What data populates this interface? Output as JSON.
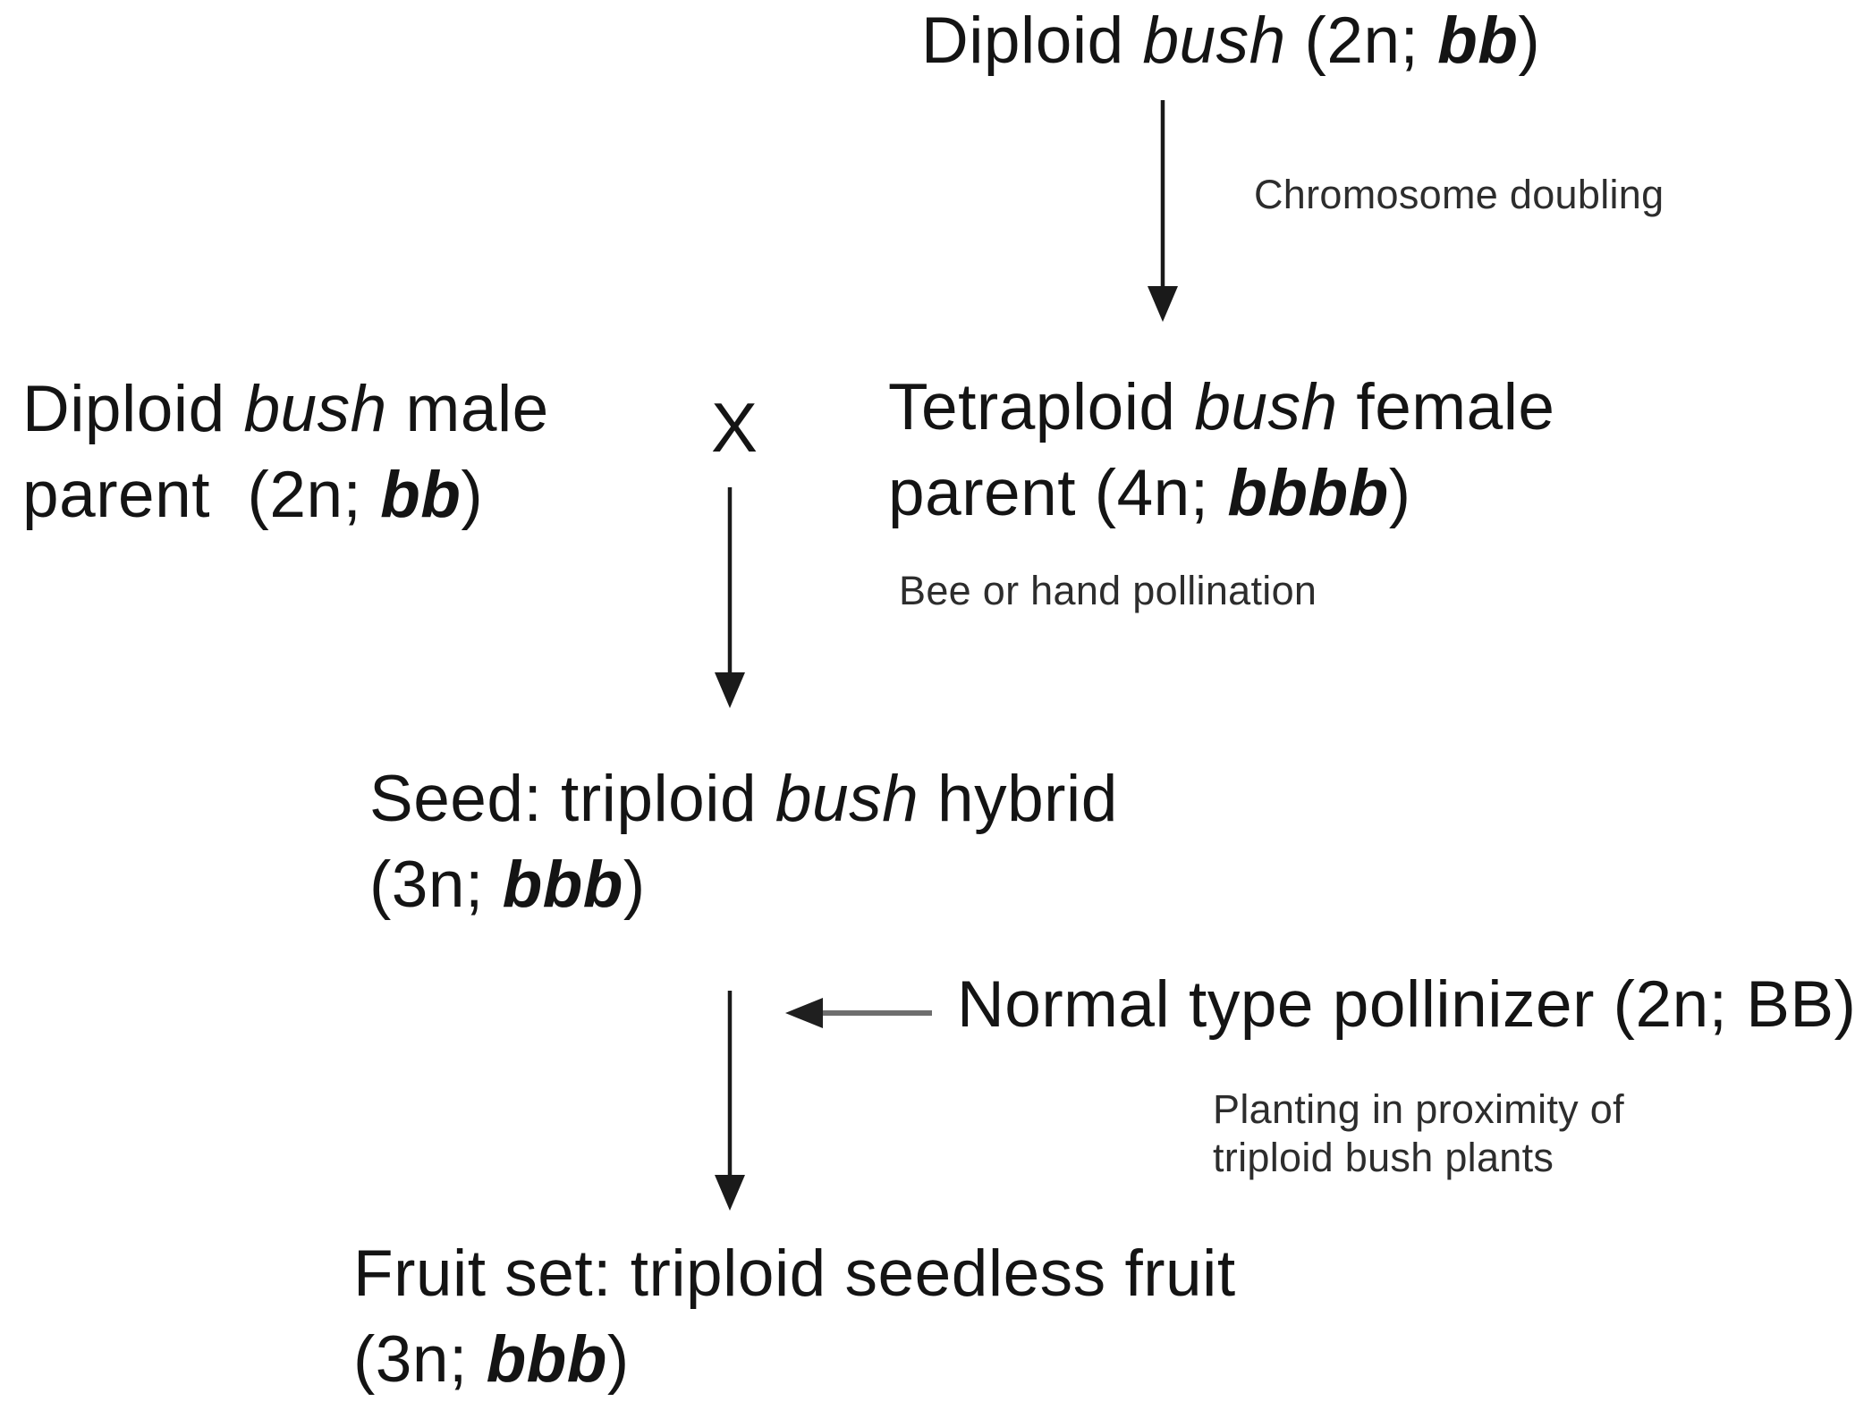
{
  "colors": {
    "background": "#ffffff",
    "ink": "#141414",
    "label_ink": "#2d2d2d",
    "arrow": "#1a1a1a",
    "arrow_gray": "#6e6e6e"
  },
  "nodes": {
    "diploid_bush": {
      "lines": [
        [
          {
            "t": "Diploid ",
            "s": ""
          },
          {
            "t": "bush",
            "s": "i"
          },
          {
            "t": " (2n; ",
            "s": ""
          },
          {
            "t": "bb",
            "s": "bi"
          },
          {
            "t": ")",
            "s": ""
          }
        ]
      ]
    },
    "diploid_male_parent": {
      "lines": [
        [
          {
            "t": "Diploid ",
            "s": ""
          },
          {
            "t": "bush",
            "s": "i"
          },
          {
            "t": " male",
            "s": ""
          }
        ],
        [
          {
            "t": "parent  (2n; ",
            "s": ""
          },
          {
            "t": "bb",
            "s": "bi"
          },
          {
            "t": ")",
            "s": ""
          }
        ]
      ]
    },
    "cross": {
      "symbol": "X"
    },
    "tetraploid_female_parent": {
      "lines": [
        [
          {
            "t": "Tetraploid ",
            "s": ""
          },
          {
            "t": "bush",
            "s": "i"
          },
          {
            "t": " female",
            "s": ""
          }
        ],
        [
          {
            "t": "parent (4n; ",
            "s": ""
          },
          {
            "t": "bbbb",
            "s": "bi"
          },
          {
            "t": ")",
            "s": ""
          }
        ]
      ]
    },
    "seed_triploid_hybrid": {
      "lines": [
        [
          {
            "t": "Seed: triploid ",
            "s": ""
          },
          {
            "t": "bush",
            "s": "i"
          },
          {
            "t": " hybrid",
            "s": ""
          }
        ],
        [
          {
            "t": "(3n; ",
            "s": ""
          },
          {
            "t": "bbb",
            "s": "bi"
          },
          {
            "t": ")",
            "s": ""
          }
        ]
      ]
    },
    "normal_pollinizer": {
      "lines": [
        [
          {
            "t": "Normal type pollinizer (2n; BB)",
            "s": ""
          }
        ]
      ]
    },
    "fruit_set": {
      "lines": [
        [
          {
            "t": "Fruit set: triploid seedless fruit",
            "s": ""
          }
        ],
        [
          {
            "t": "(3n; ",
            "s": ""
          },
          {
            "t": "bbb",
            "s": "bi"
          },
          {
            "t": ")",
            "s": ""
          }
        ]
      ]
    }
  },
  "labels": {
    "chromosome_doubling": "Chromosome doubling",
    "bee_pollination": "Bee or hand pollination",
    "planting_proximity": {
      "lines": [
        [
          {
            "t": "Planting in proximity of",
            "s": ""
          }
        ],
        [
          {
            "t": "triploid bush plants",
            "s": ""
          }
        ]
      ]
    }
  }
}
